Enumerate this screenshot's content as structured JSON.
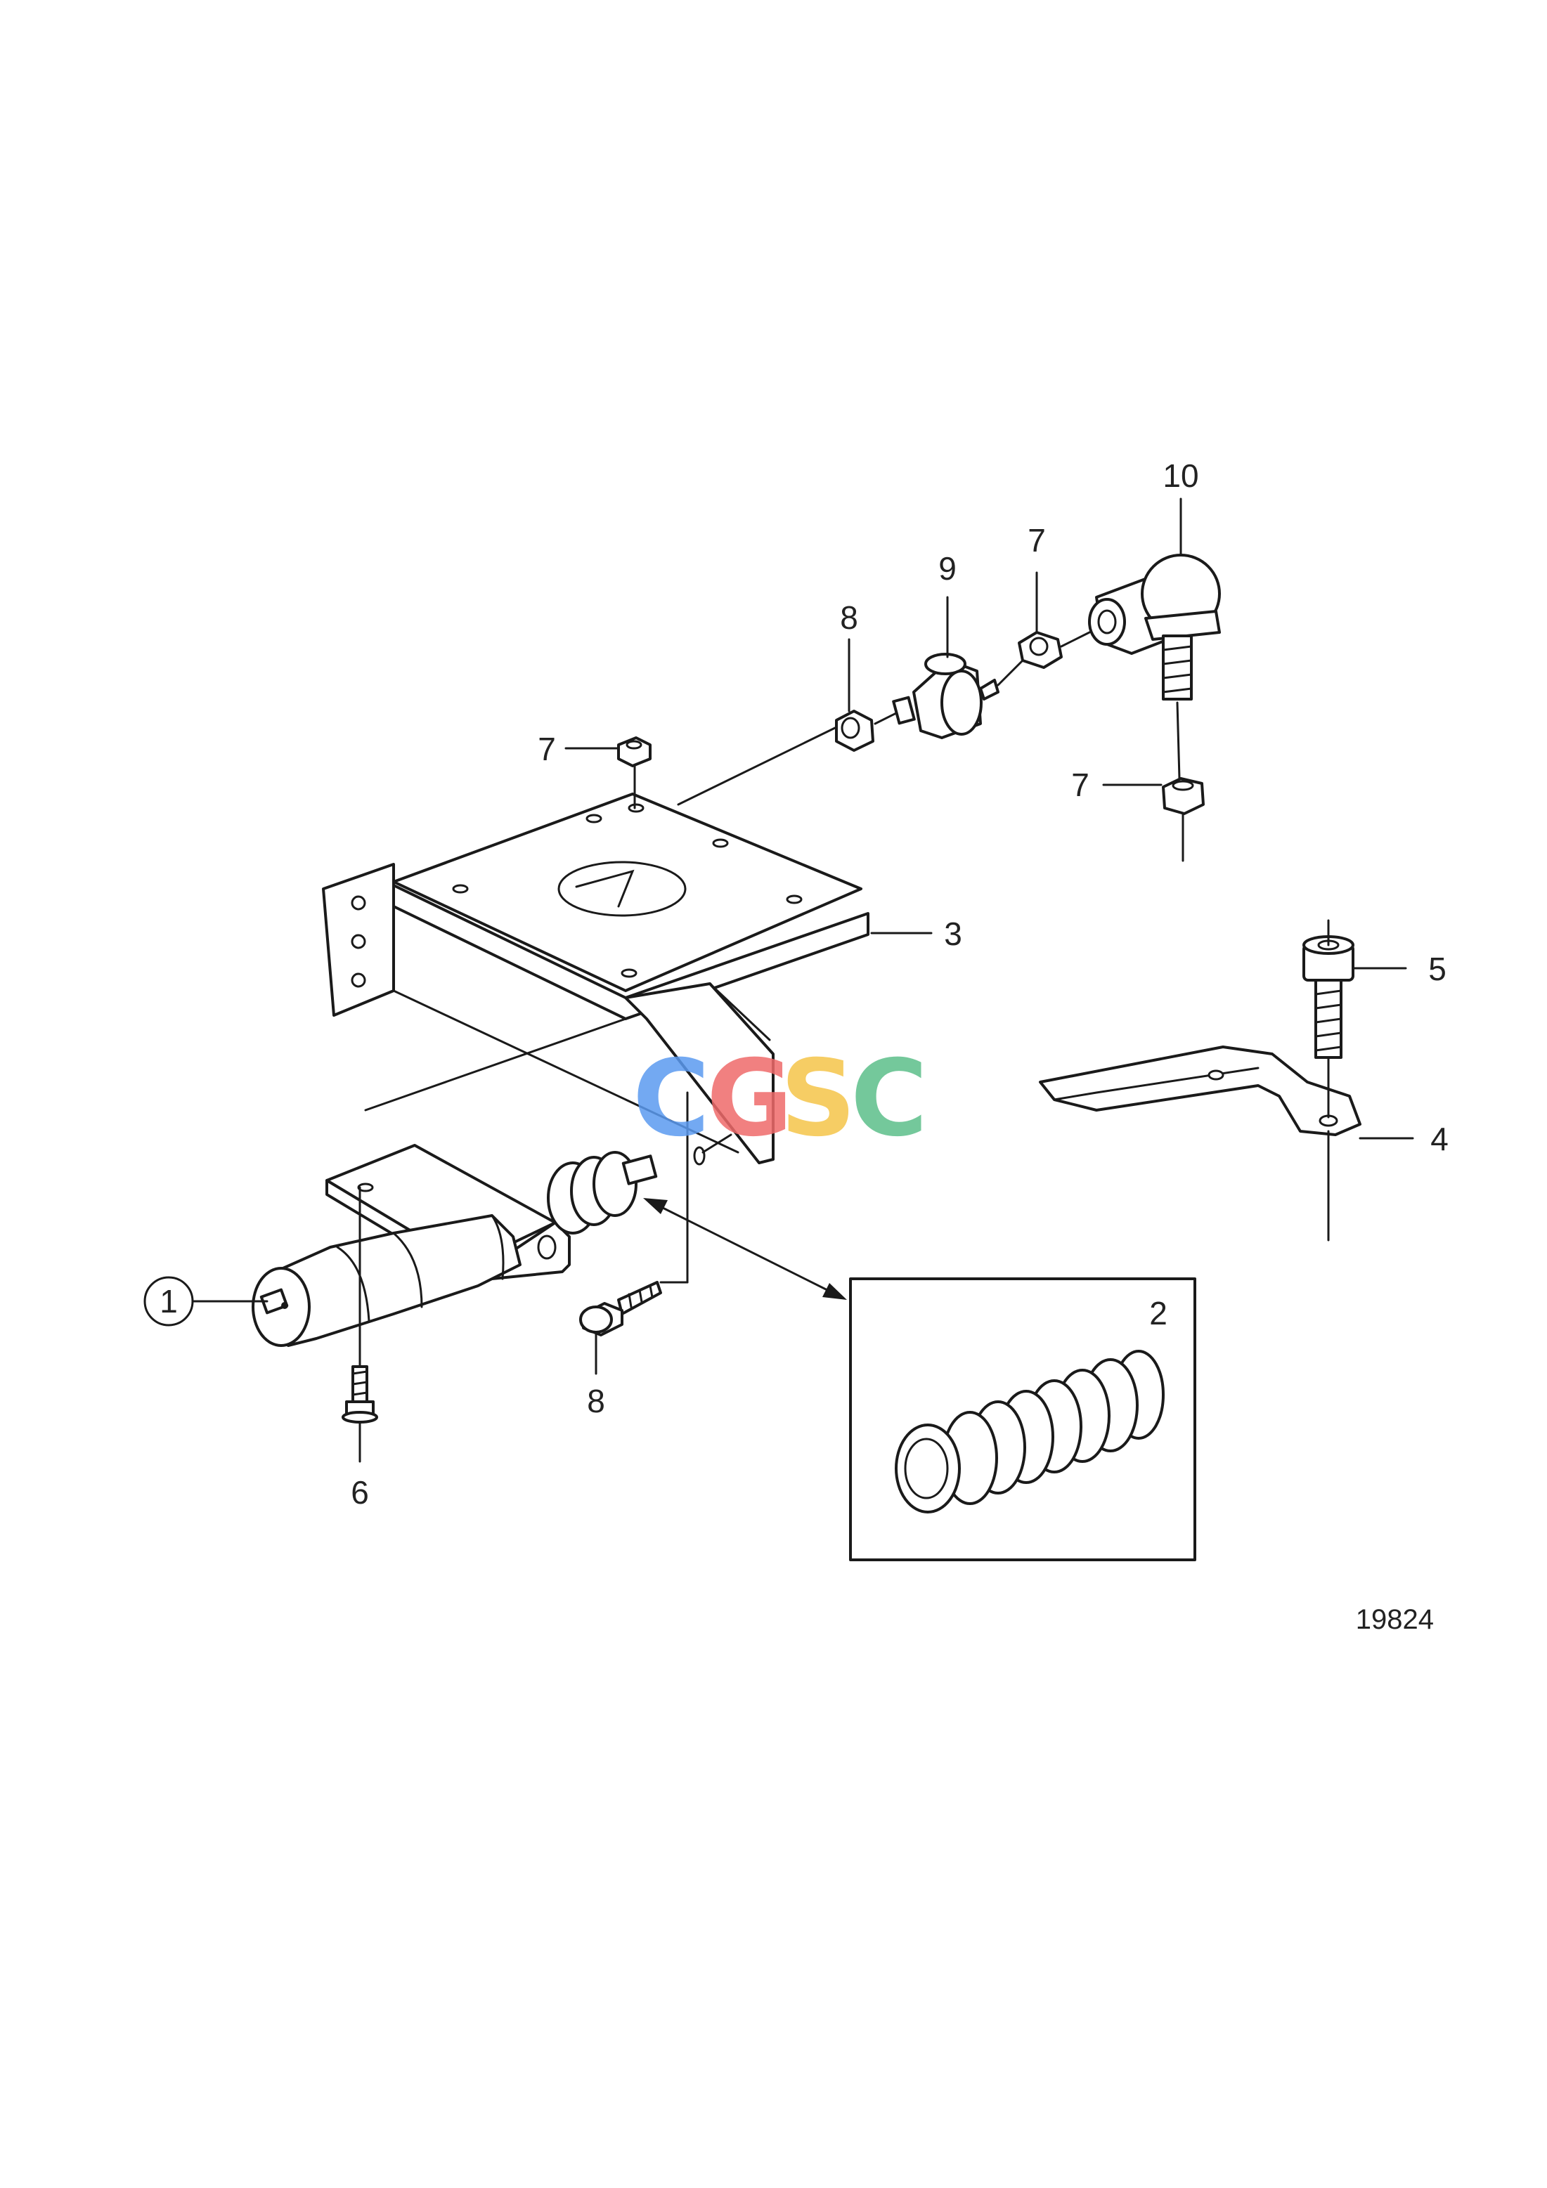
{
  "diagram": {
    "drawing_number": "19824",
    "watermark": "CGSC",
    "watermark_colors": [
      "#5b9bf0",
      "#ef6b6b",
      "#f5c54a",
      "#5cbf8a"
    ],
    "callouts": [
      "1",
      "2",
      "3",
      "4",
      "5",
      "6",
      "7",
      "8",
      "9",
      "10"
    ],
    "callout_7": "7",
    "callout_8": "8"
  }
}
